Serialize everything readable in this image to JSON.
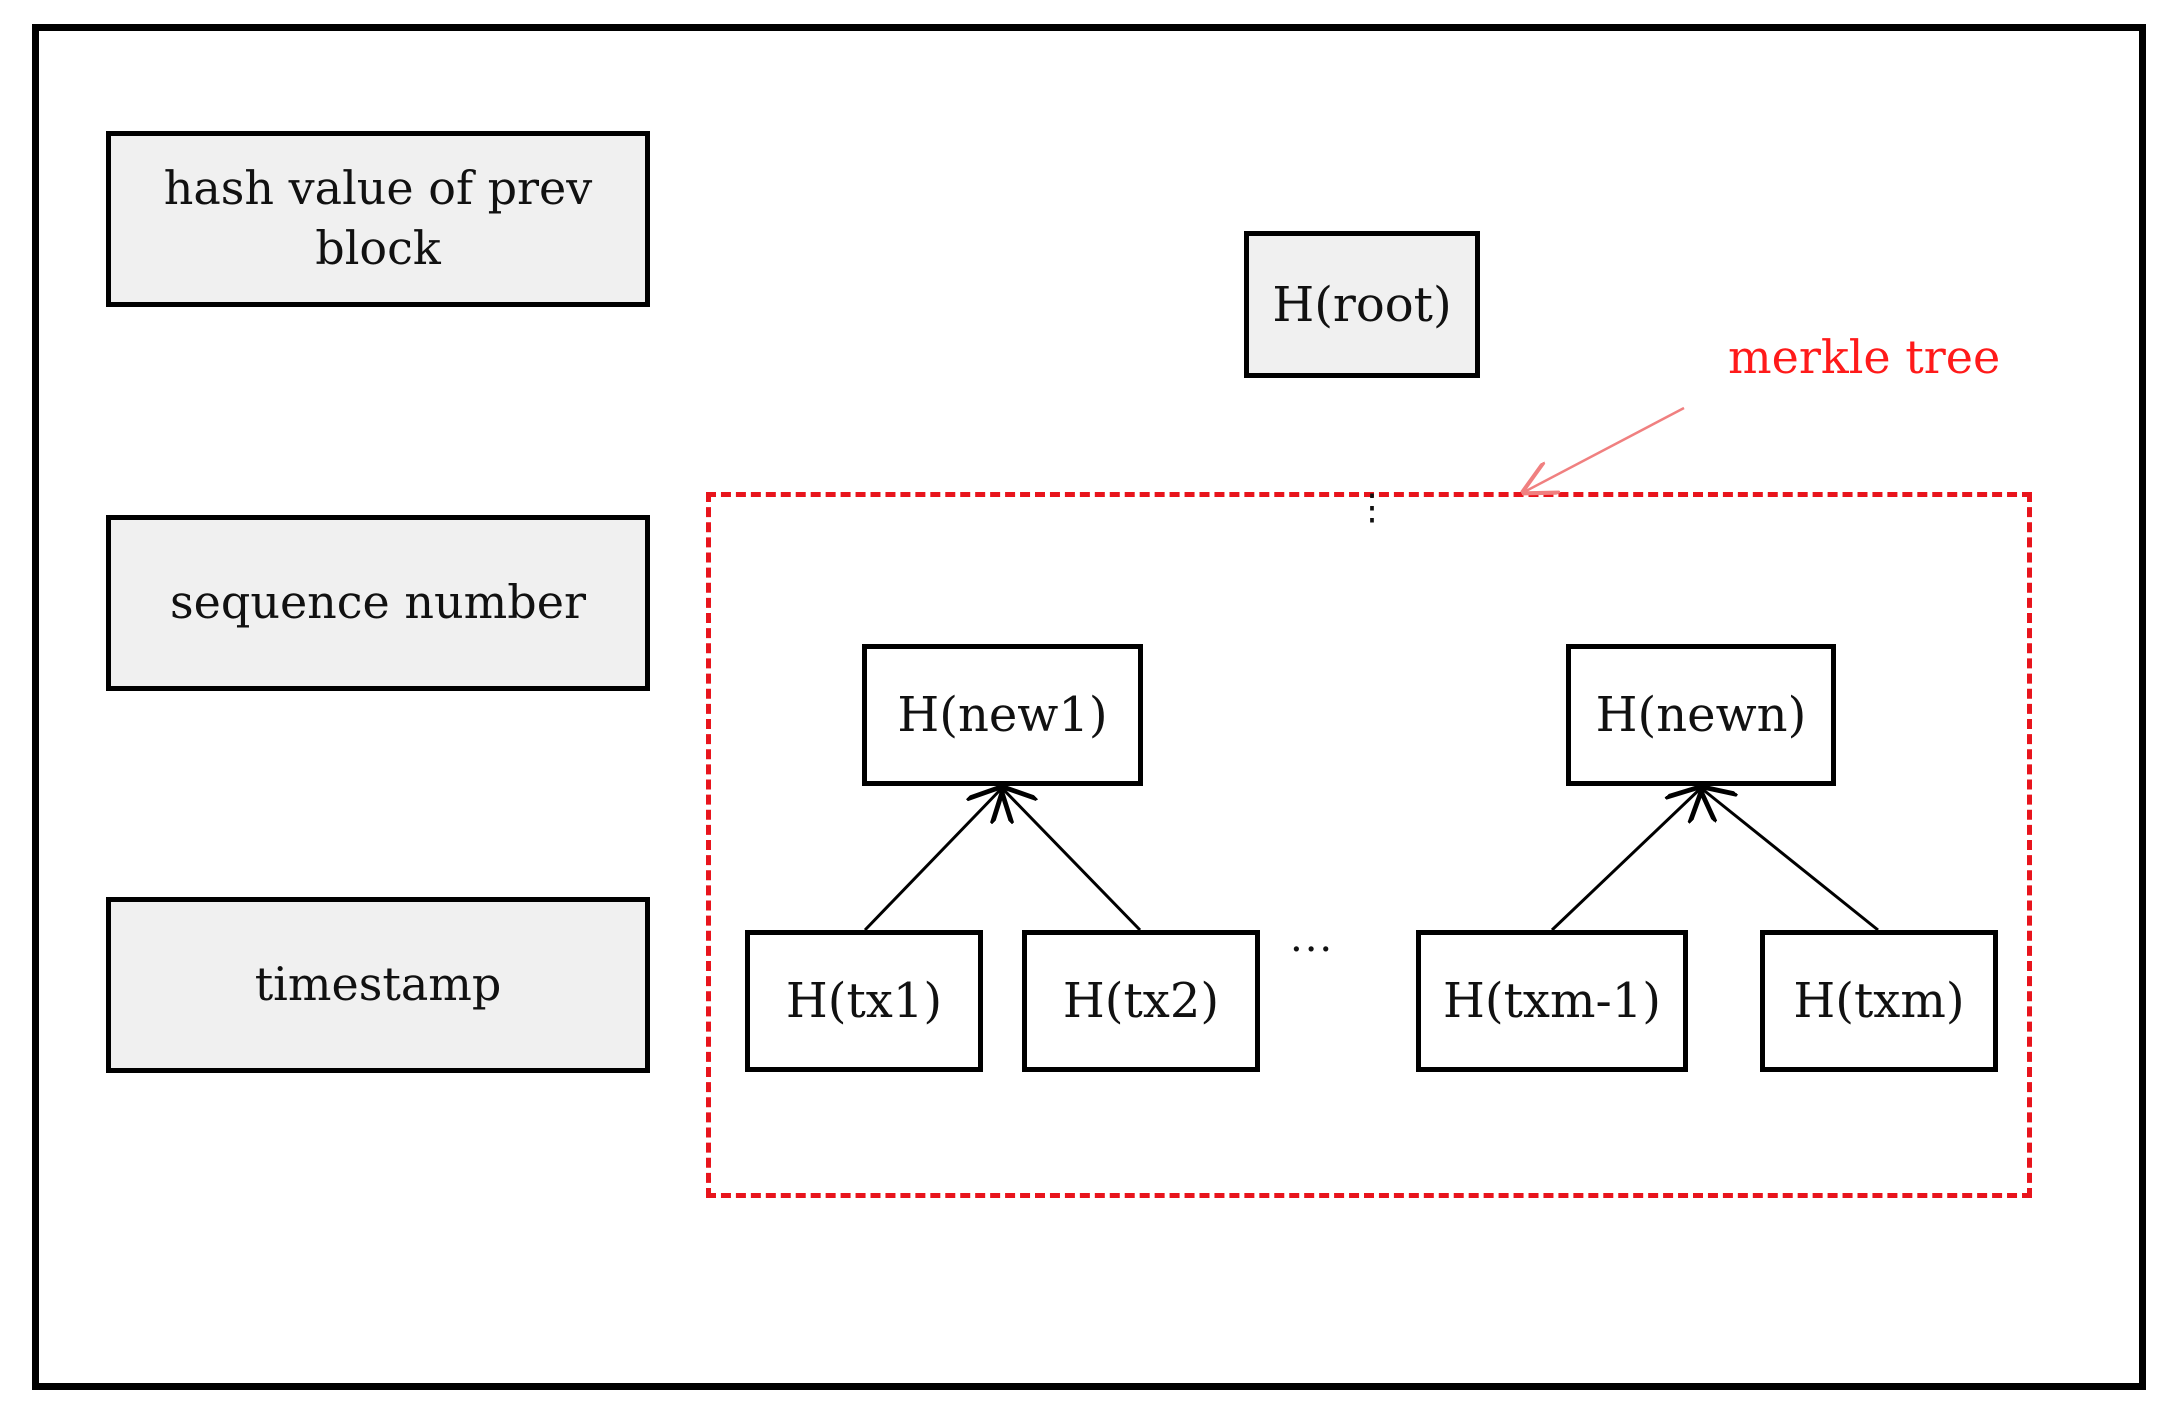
{
  "block_fields": {
    "prev_hash": "hash value of prev block",
    "sequence_number": "sequence number",
    "timestamp": "timestamp"
  },
  "root": "H(root)",
  "merkle_label": "merkle tree",
  "vertical_ellipsis": "⋮",
  "horizontal_ellipsis": "...",
  "intermediate_nodes": [
    "H(new1)",
    "H(newn)"
  ],
  "leaf_nodes": [
    "H(tx1)",
    "H(tx2)",
    "H(txm-1)",
    "H(txm)"
  ],
  "colors": {
    "tree_border": "#e8141c",
    "tree_label": "#ff1a1a",
    "pointer_arrow": "#f08080"
  }
}
